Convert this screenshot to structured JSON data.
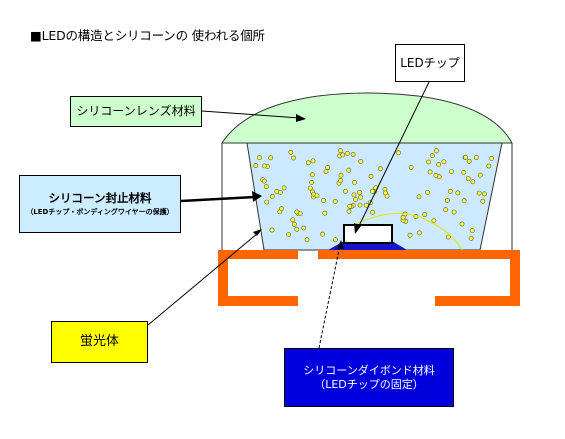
{
  "title": "■LEDの構造とシリコーンの 使われる個所",
  "labels": {
    "lens": "シリコーンレンズ材料",
    "chip": "LEDチップ",
    "seal_main": "シリコーン封止材料",
    "seal_sub": "（LEDチップ・ボンディングワイヤーの保護）",
    "phosphor": "蛍光体",
    "bond_main": "シリコーンダイボンド材料",
    "bond_sub": "（LEDチップの固定）"
  },
  "colors": {
    "lens_fill": "#ccffcc",
    "chip_label_fill": "#ffffff",
    "seal_label_fill": "#ccecff",
    "phosphor_label_fill": "#ffff00",
    "bond_label_fill": "#0000dd",
    "encapsulant_fill": "#cce9ff",
    "phosphor_dot": "#ffff33",
    "leadframe": "#ff6600",
    "die_bond": "#1515cc"
  }
}
